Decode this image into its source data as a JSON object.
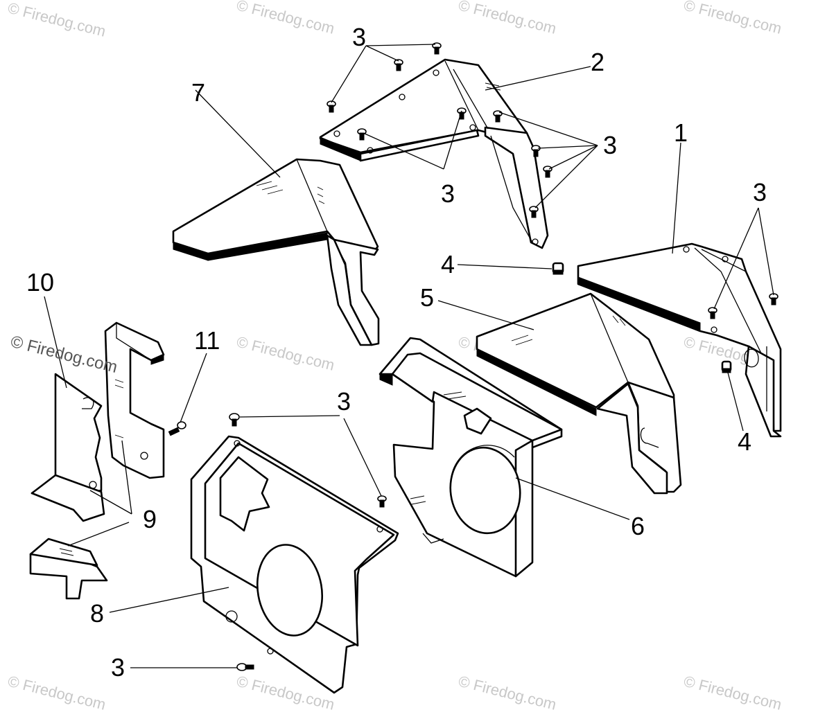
{
  "watermark": {
    "text": "© Firedog.com",
    "color": "#c8c8c8",
    "strong_color": "#555555"
  },
  "callouts": {
    "c1": "1",
    "c2": "2",
    "c3a": "3",
    "c3b": "3",
    "c3c": "3",
    "c3d": "3",
    "c3e": "3",
    "c3f": "3",
    "c4a": "4",
    "c4b": "4",
    "c5": "5",
    "c6": "6",
    "c7": "7",
    "c8": "8",
    "c9": "9",
    "c10": "10",
    "c11": "11"
  },
  "colors": {
    "line": "#000000",
    "paper": "#ffffff"
  }
}
